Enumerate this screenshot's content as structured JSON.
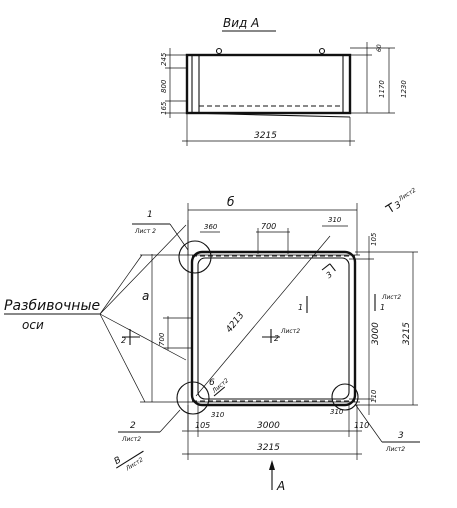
{
  "view": {
    "title": "Вид А",
    "dims": {
      "top_a": "245",
      "top_b": "800",
      "top_c": "165",
      "small_top": "60",
      "height_1": "1170",
      "height_2": "1230",
      "length": "3215"
    }
  },
  "plan": {
    "section_b": "б",
    "section_a": "а",
    "labels": {
      "stakeout": "Разбивочные",
      "stakeout_2": "оси"
    },
    "dims": {
      "d360": "360",
      "d700_top": "700",
      "d310": "310",
      "d105_tr": "105",
      "diag": "4213",
      "d3000_v": "3000",
      "d3215_v": "3215",
      "d700_left": "700",
      "d110_br": "110",
      "d105_bl": "105",
      "d310_bl": "310",
      "d3000_h": "3000",
      "d310_br": "310",
      "d110_b": "110",
      "d3215_h": "3215"
    },
    "callouts": [
      {
        "num": "1",
        "sheet": "Лист 2"
      },
      {
        "num": "2",
        "sheet": "Лист2"
      },
      {
        "num": "3",
        "sheet": "Лист2"
      },
      {
        "num": "3",
        "sheet": "Лист2"
      },
      {
        "num": "6",
        "sheet": "Лист2"
      },
      {
        "num": "В",
        "sheet": "Лист2"
      }
    ],
    "sections": {
      "s1_right": "1",
      "s1_right_sheet": "Лист2",
      "s1_inner": "1",
      "s2_left": "2",
      "s2_center": "2",
      "s2_center_sheet": "Лист2",
      "s3_inner": "3"
    },
    "arrow_a": "А"
  }
}
